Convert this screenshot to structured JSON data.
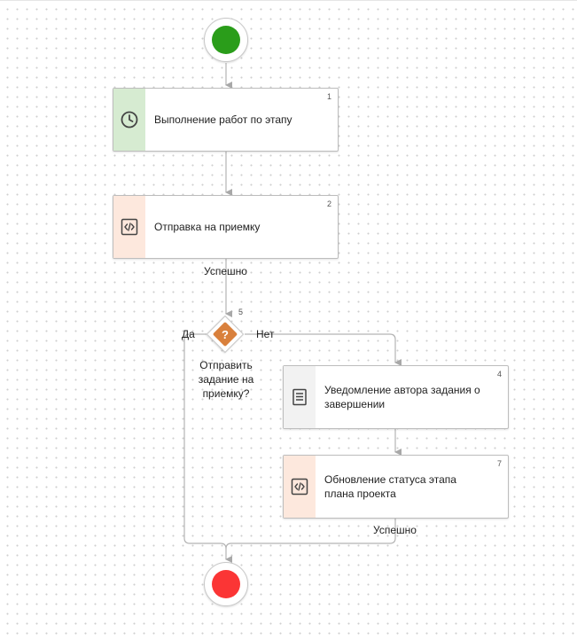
{
  "start_event": {
    "color": "#2a9d1a"
  },
  "end_event": {
    "color": "#fb3535"
  },
  "nodes": [
    {
      "number": "1",
      "label": "Выполнение работ по этапу",
      "icon": "clock-icon",
      "strip_color": "#d6ebd1"
    },
    {
      "number": "2",
      "label": "Отправка на приемку",
      "icon": "code-icon",
      "strip_color": "#fde8dd"
    },
    {
      "number": "4",
      "label_line1": "Уведомление автора задания о",
      "label_line2": "завершении",
      "icon": "document-icon",
      "strip_color": "#f2f2f2"
    },
    {
      "number": "7",
      "label_line1": "Обновление статуса этапа",
      "label_line2": "плана проекта",
      "icon": "code-icon",
      "strip_color": "#fde8dd"
    }
  ],
  "gateway": {
    "number": "5",
    "label_line1": "Отправить",
    "label_line2": "задание на",
    "label_line3": "приемку?",
    "symbol": "?",
    "color": "#d9803c"
  },
  "edge_labels": {
    "success_1": "Успешно",
    "yes": "Да",
    "no": "Нет",
    "success_2": "Успешно"
  }
}
